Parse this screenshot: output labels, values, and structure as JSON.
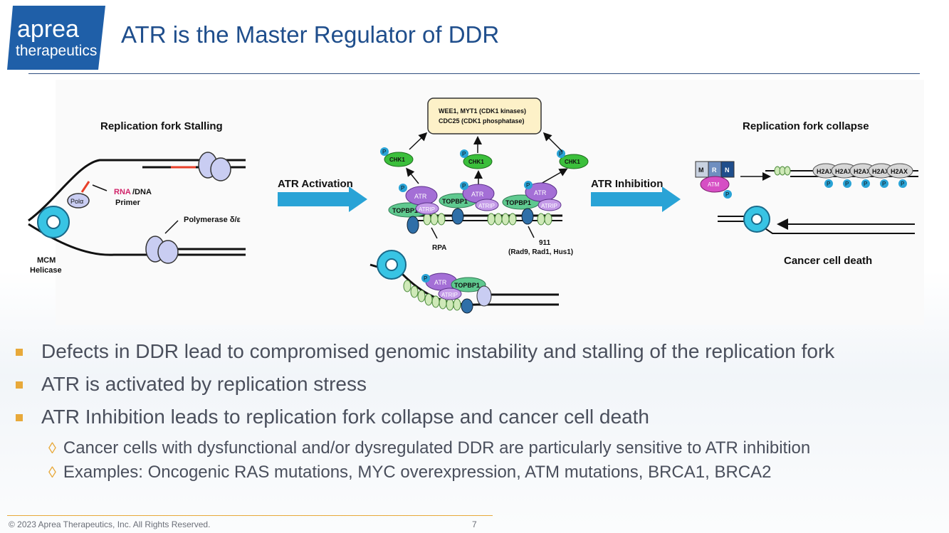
{
  "logo": {
    "line1": "aprea",
    "line2": "therapeutics",
    "bg": "#1f5fa8"
  },
  "title": "ATR is the Master Regulator of DDR",
  "colors": {
    "title": "#1f4e8c",
    "accent": "#e8a93a",
    "arrow": "#29a3d6",
    "protein_purple": "#a46fd6",
    "protein_green": "#5fc98f",
    "chk1": "#3bbf3b"
  },
  "diagram": {
    "stall_title": "Replication fork Stalling",
    "pol_label": "Polα",
    "primer_rna": "RNA",
    "primer_dna": "/DNA",
    "primer_word": "Primer",
    "polymerase_label": "Polymerase δ/ε",
    "mcm_line1": "MCM",
    "mcm_line2": "Helicase",
    "activation_label": "ATR Activation",
    "inhibition_label": "ATR Inhibition",
    "box_line1": "WEE1, MYT1 (CDK1 kinases)",
    "box_line2": "CDC25 (CDK1 phosphatase)",
    "chk1": "CHK1",
    "p": "P",
    "atr": "ATR",
    "atrip": "ATRIP",
    "topbp1": "TOPBP1",
    "rpa": "RPA",
    "nine11_line1": "911",
    "nine11_line2": "(Rad9, Rad1, Hus1)",
    "collapse_title": "Replication fork collapse",
    "mrn_m": "M",
    "mrn_r": "R",
    "mrn_n": "N",
    "atm": "ATM",
    "h2ax": [
      "H2AX",
      "H2AX",
      "H2AX",
      "H2AX",
      "H2AX"
    ],
    "death_label": "Cancer cell death"
  },
  "bullets": [
    {
      "text": "Defects in DDR lead to compromised genomic instability and stalling of the replication fork"
    },
    {
      "text": "ATR is activated by replication stress"
    },
    {
      "text": "ATR Inhibition leads to replication fork collapse and cancer cell death",
      "sub": [
        "Cancer cells with dysfunctional and/or dysregulated DDR are particularly sensitive to ATR inhibition",
        "Examples: Oncogenic RAS mutations, MYC overexpression, ATM mutations, BRCA1, BRCA2"
      ]
    }
  ],
  "footer": {
    "copyright": "© 2023 Aprea Therapeutics, Inc. All Rights Reserved.",
    "page": "7"
  }
}
